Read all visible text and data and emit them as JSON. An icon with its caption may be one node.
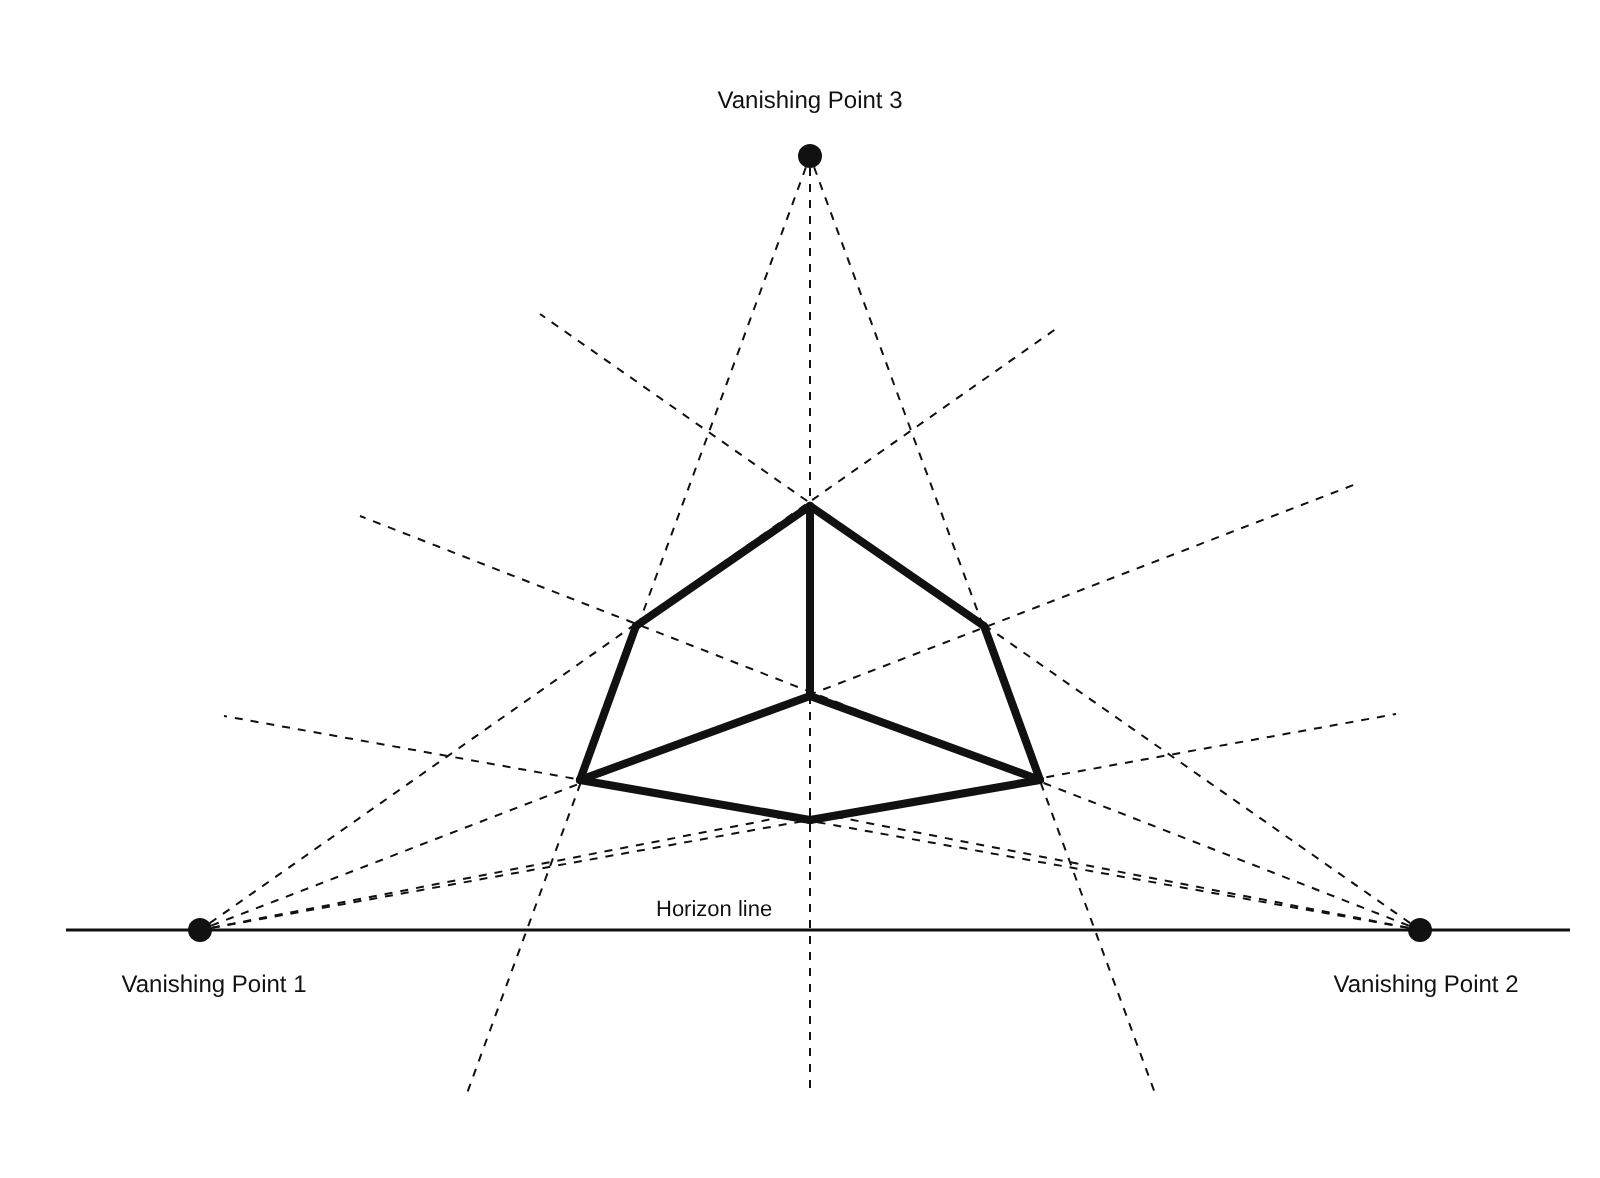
{
  "diagram": {
    "nodes": [
      {
        "text": [],
        "shape": "circle",
        "beside": [
          "Vanishing Point 3"
        ]
      },
      {
        "text": [],
        "shape": "circle",
        "beside": [
          "Vanishing Point 1"
        ]
      },
      {
        "text": [],
        "shape": "circle",
        "beside": [
          "Vanishing Point 2"
        ]
      }
    ],
    "edges": [
      {
        "from": 0,
        "to": null,
        "arrow": "none",
        "style": "dashed"
      },
      {
        "from": 0,
        "to": null,
        "arrow": "none",
        "style": "dashed"
      },
      {
        "from": 0,
        "to": null,
        "arrow": "none",
        "style": "dashed"
      },
      {
        "from": 1,
        "to": null,
        "arrow": "none",
        "style": "dashed"
      },
      {
        "from": 1,
        "to": null,
        "arrow": "none",
        "style": "dashed"
      },
      {
        "from": 1,
        "to": null,
        "arrow": "none",
        "style": "dashed"
      },
      {
        "from": 1,
        "to": null,
        "arrow": "none",
        "style": "dashed"
      },
      {
        "from": 2,
        "to": null,
        "arrow": "none",
        "style": "dashed"
      },
      {
        "from": 2,
        "to": null,
        "arrow": "none",
        "style": "dashed"
      },
      {
        "from": 2,
        "to": null,
        "arrow": "none",
        "style": "dashed"
      },
      {
        "from": 2,
        "to": null,
        "arrow": "none",
        "style": "dashed"
      }
    ],
    "labels": [
      "Horizon line"
    ]
  }
}
